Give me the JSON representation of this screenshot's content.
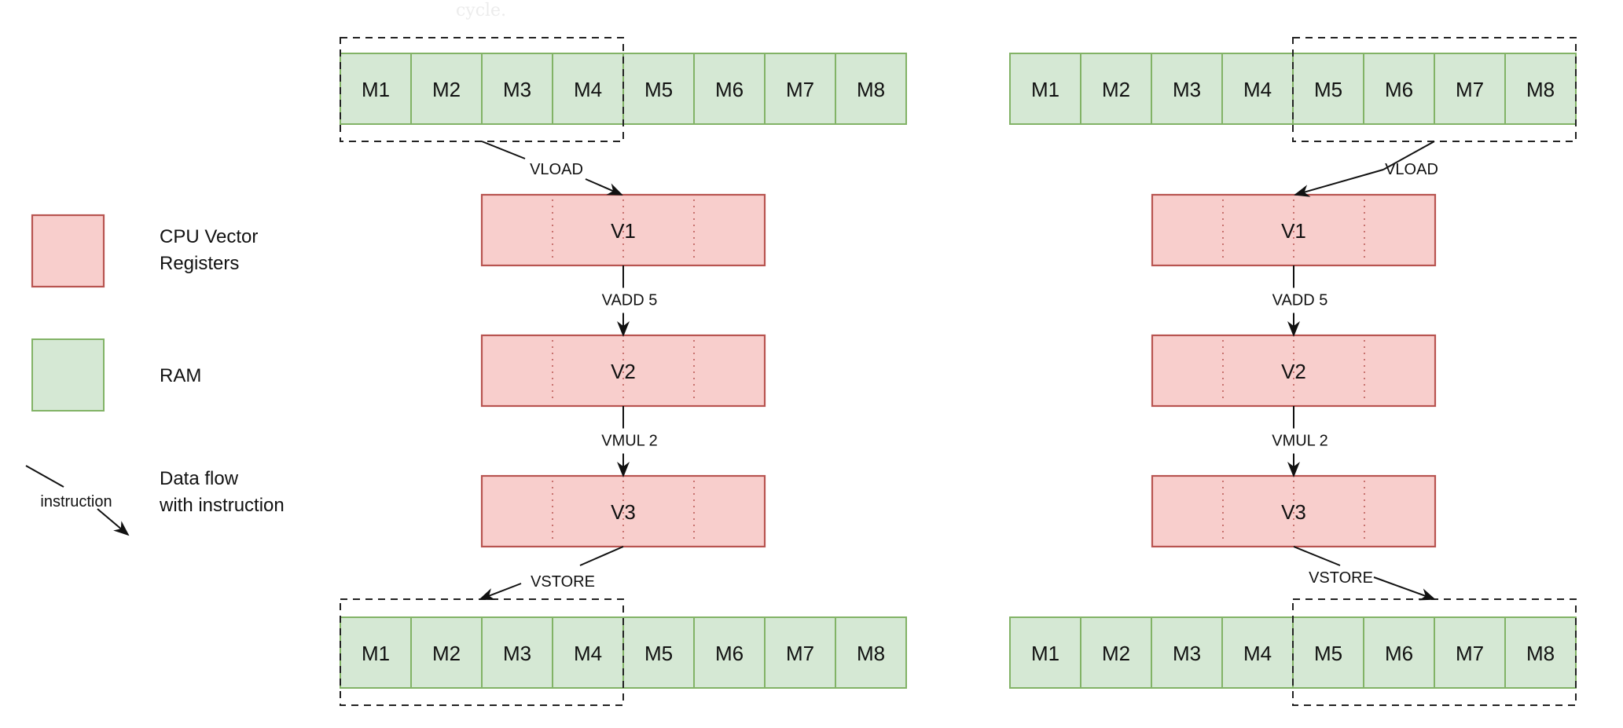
{
  "caption_fragment": "cycle.",
  "colors": {
    "ram_fill": "#d5e8d4",
    "ram_stroke": "#82b366",
    "register_fill": "#f8cecc",
    "register_stroke": "#b85450"
  },
  "legend": {
    "items": [
      {
        "icon": "register-swatch-icon",
        "lines": [
          "CPU Vector",
          "Registers"
        ]
      },
      {
        "icon": "ram-swatch-icon",
        "lines": [
          "RAM"
        ]
      },
      {
        "icon": "flow-arrow-icon",
        "arrow_label": "instruction",
        "lines": [
          "Data flow",
          "with instruction"
        ]
      }
    ]
  },
  "panels": [
    {
      "name": "left",
      "ram_top": [
        "M1",
        "M2",
        "M3",
        "M4",
        "M5",
        "M6",
        "M7",
        "M8"
      ],
      "ram_bottom": [
        "M1",
        "M2",
        "M3",
        "M4",
        "M5",
        "M6",
        "M7",
        "M8"
      ],
      "selected_block": "M1-M4",
      "registers": [
        "V1",
        "V2",
        "V3"
      ],
      "instructions": [
        "VLOAD",
        "VADD 5",
        "VMUL 2",
        "VSTORE"
      ]
    },
    {
      "name": "right",
      "ram_top": [
        "M1",
        "M2",
        "M3",
        "M4",
        "M5",
        "M6",
        "M7",
        "M8"
      ],
      "ram_bottom": [
        "M1",
        "M2",
        "M3",
        "M4",
        "M5",
        "M6",
        "M7",
        "M8"
      ],
      "selected_block": "M5-M8",
      "registers": [
        "V1",
        "V2",
        "V3"
      ],
      "instructions": [
        "VLOAD",
        "VADD 5",
        "VMUL 2",
        "VSTORE"
      ]
    }
  ]
}
